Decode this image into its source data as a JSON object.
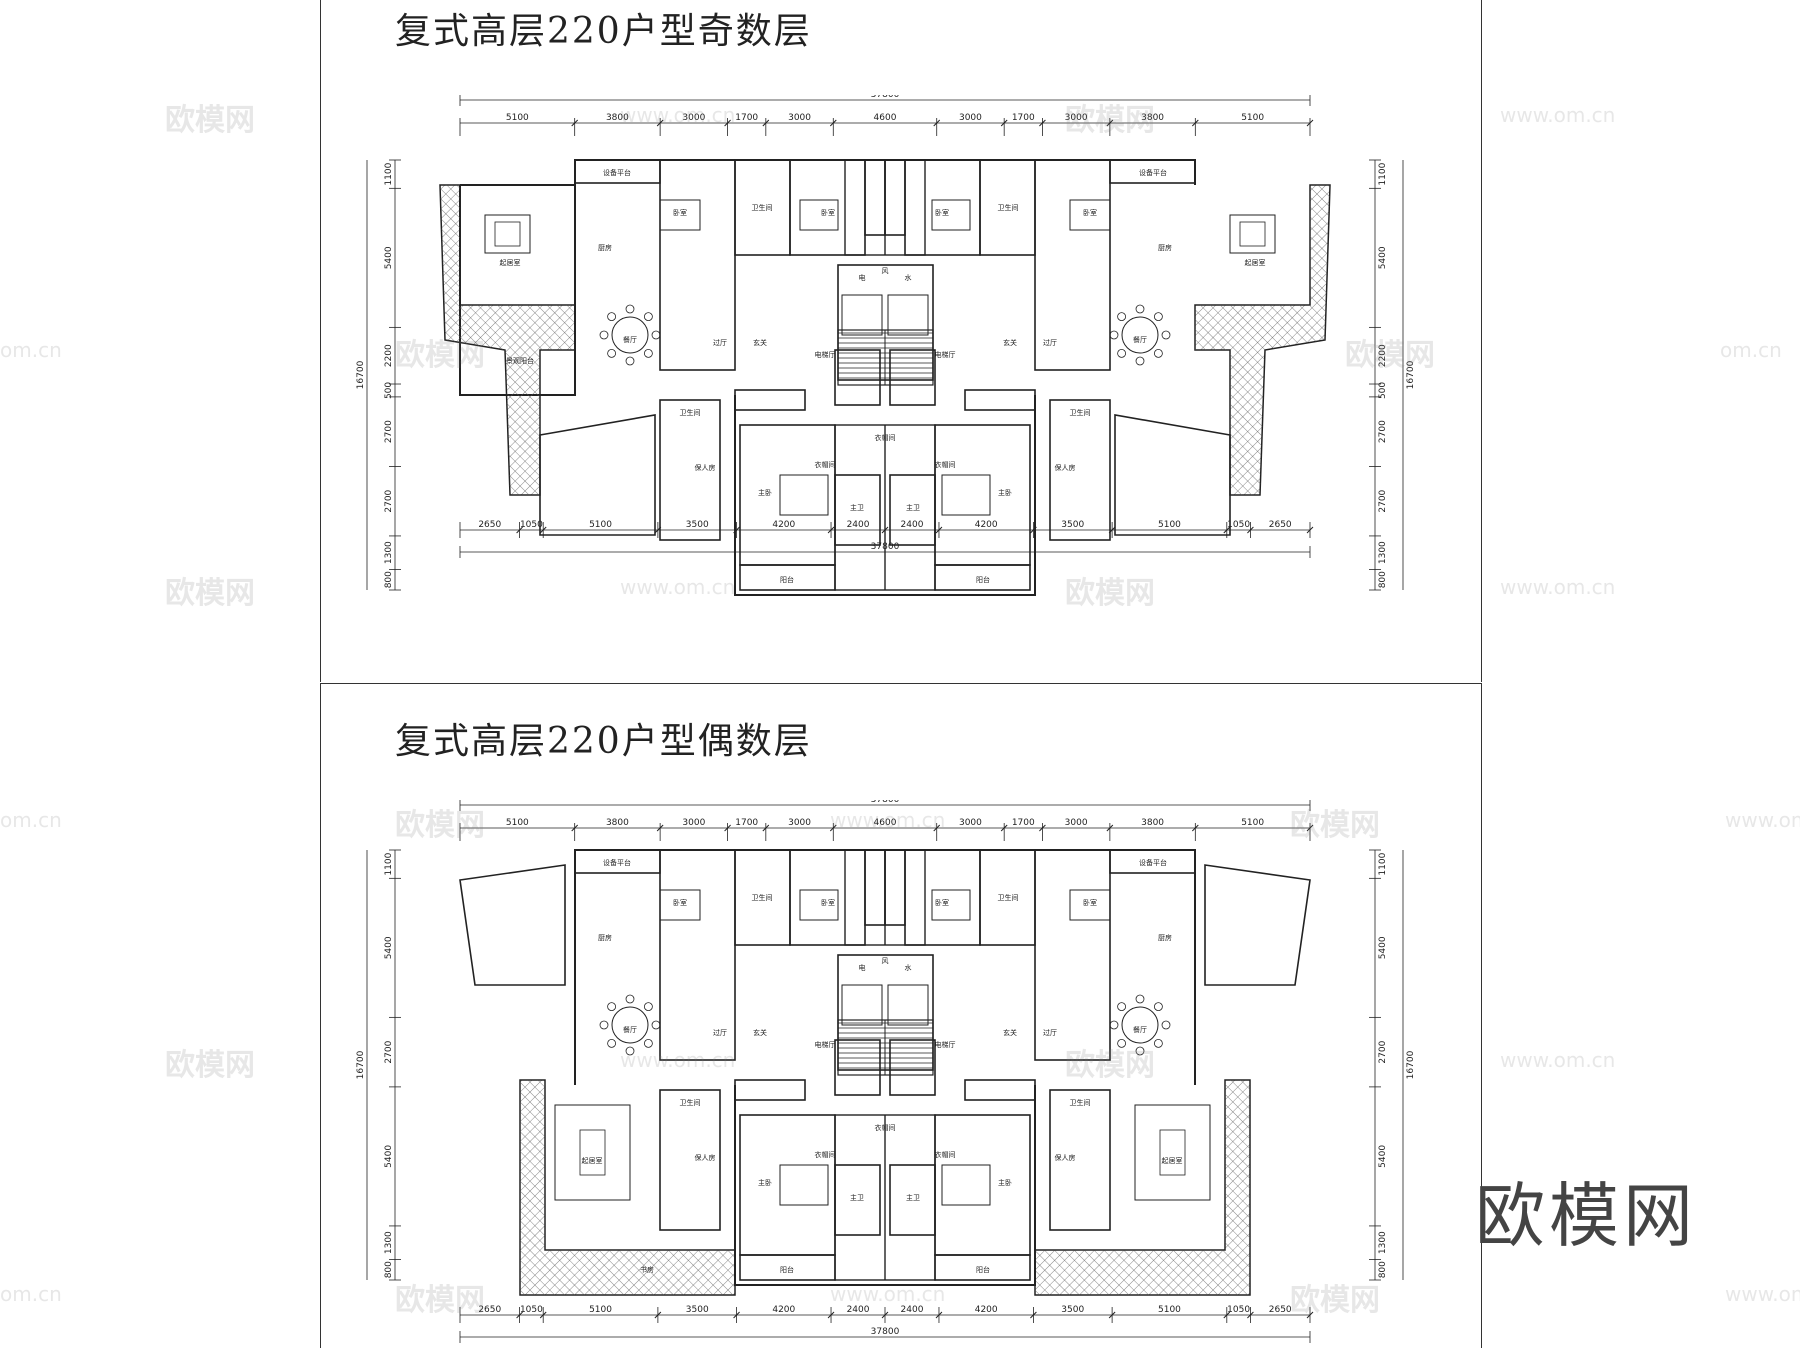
{
  "titles": {
    "top": "复式高层220户型奇数层",
    "bottom": "复式高层220户型偶数层"
  },
  "dims": {
    "total": "37800",
    "top_row": [
      "5100",
      "3800",
      "3000",
      "1700",
      "3000",
      "4600",
      "3000",
      "1700",
      "3000",
      "3800",
      "5100"
    ],
    "bottom_row": [
      "2650",
      "1050",
      "5100",
      "3500",
      "4200",
      "2400",
      "2400",
      "4200",
      "3500",
      "5100",
      "1050",
      "2650"
    ],
    "side_odd": [
      "1100",
      "5400",
      "2200",
      "500",
      "2700",
      "2700",
      "1300",
      "800"
    ],
    "side_even": [
      "1100",
      "5400",
      "2700",
      "5400",
      "1300",
      "800"
    ],
    "height_total": "16700"
  },
  "rooms": {
    "living": "起居室",
    "kitchen": "厨房",
    "dining": "餐厅",
    "corridor": "过厅",
    "foyer": "玄关",
    "elevator_hall": "电梯厅",
    "bath": "卫生间",
    "bedroom": "卧室",
    "master": "主卧",
    "maid": "保人房",
    "closet": "衣帽间",
    "master_bath": "主卫",
    "balcony": "阳台",
    "service_deck": "设备平台",
    "study": "书房",
    "garden_deck": "景观阳台",
    "wind": "风",
    "elevator": "电",
    "water": "水"
  },
  "watermarks": {
    "brand": "欧模网",
    "url": "www.om.cn",
    "url_short": "om.cn"
  },
  "logo": "欧模网",
  "colors": {
    "line": "#222222",
    "hatch": "#555555",
    "wm": "#bbbbbb"
  }
}
